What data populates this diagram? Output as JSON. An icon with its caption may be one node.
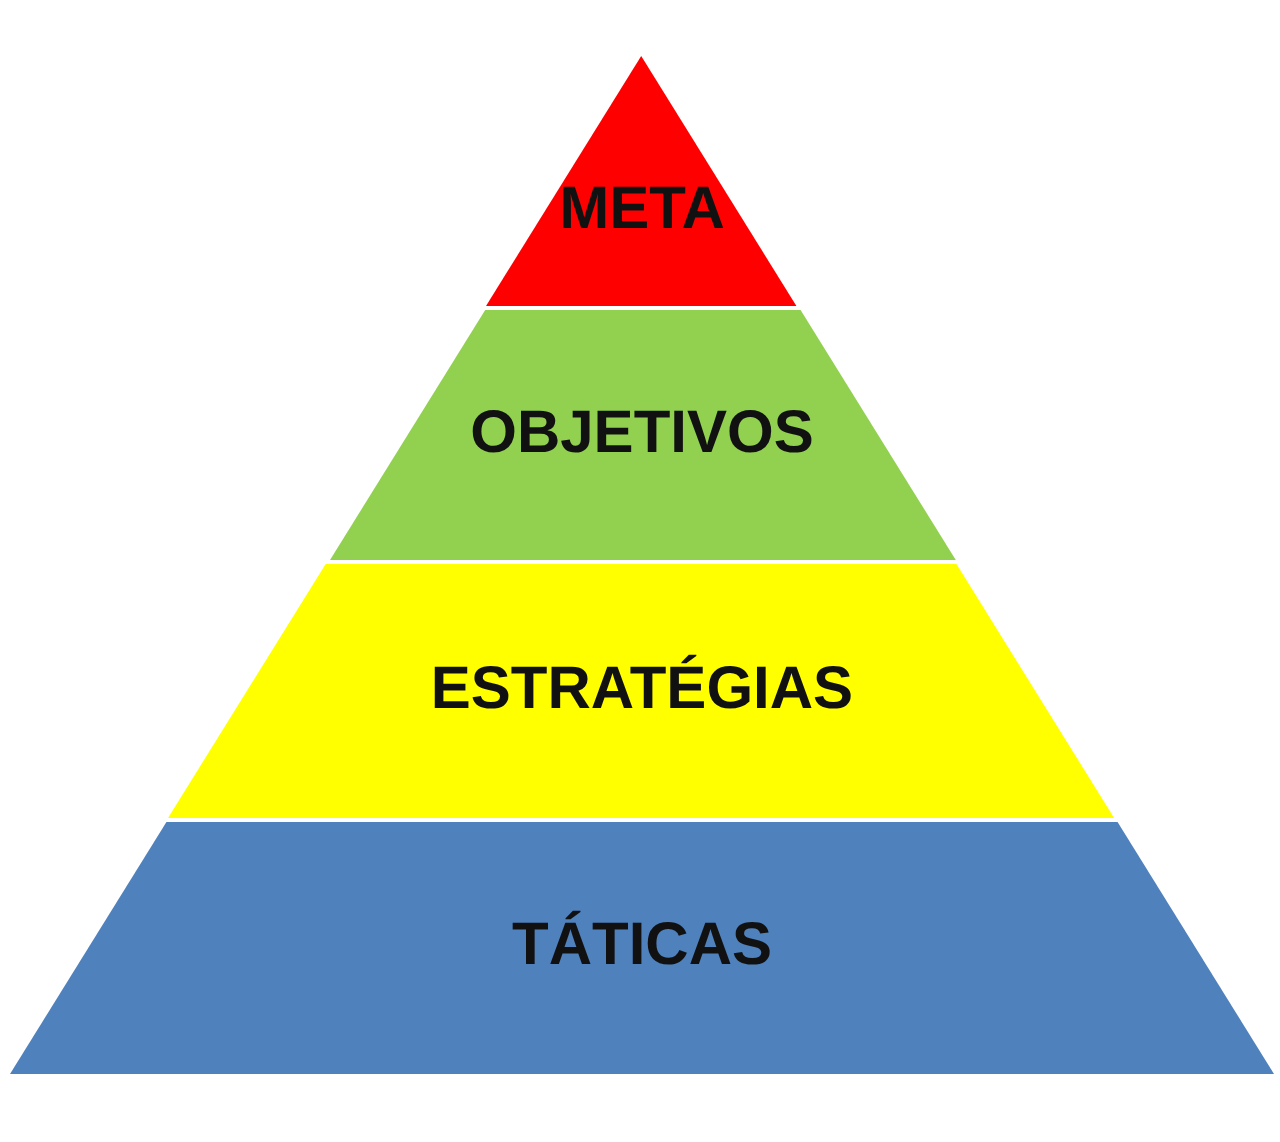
{
  "diagram": {
    "nodes": [
      {
        "text": [
          "META"
        ]
      },
      {
        "text": [
          "OBJETIVOS"
        ]
      },
      {
        "text": [
          "ESTRATÉGIAS"
        ]
      },
      {
        "text": [
          "TÁTICAS"
        ]
      }
    ]
  }
}
